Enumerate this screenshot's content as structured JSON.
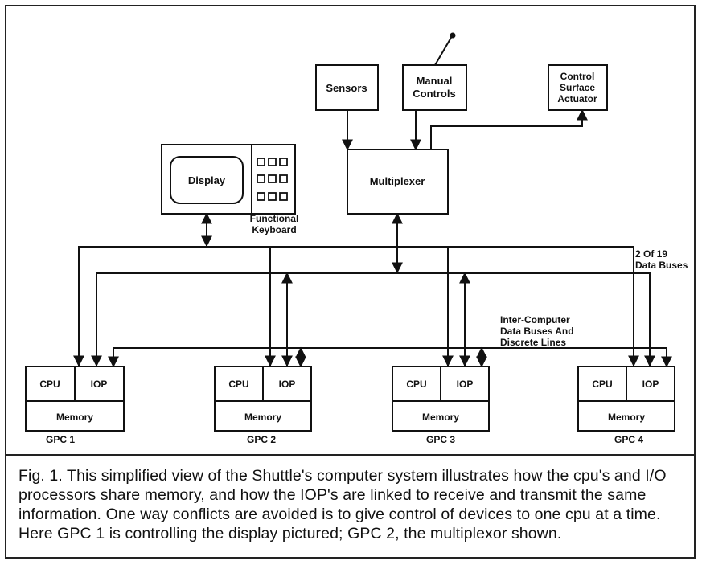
{
  "blocks": {
    "sensors": "Sensors",
    "manual_controls": [
      "Manual",
      "Controls"
    ],
    "control_surface_actuator": [
      "Control",
      "Surface",
      "Actuator"
    ],
    "display": "Display",
    "functional_keyboard": [
      "Functional",
      "Keyboard"
    ],
    "multiplexer": "Multiplexer"
  },
  "bus_labels": {
    "data_buses": [
      "2 Of 19",
      "Data Buses"
    ],
    "inter_computer": [
      "Inter-Computer",
      "Data Buses And",
      "Discrete Lines"
    ]
  },
  "computers": [
    {
      "name": "GPC 1",
      "cpu": "CPU",
      "iop": "IOP",
      "memory": "Memory"
    },
    {
      "name": "GPC 2",
      "cpu": "CPU",
      "iop": "IOP",
      "memory": "Memory"
    },
    {
      "name": "GPC 3",
      "cpu": "CPU",
      "iop": "IOP",
      "memory": "Memory"
    },
    {
      "name": "GPC 4",
      "cpu": "CPU",
      "iop": "IOP",
      "memory": "Memory"
    }
  ],
  "caption": "Fig. 1. This simplified view of the Shuttle's computer system illustrates how the cpu's and I/O processors share memory, and how the IOP's are linked to receive and transmit the same information. One way conflicts are avoided is to give control of devices to one cpu at a time. Here GPC 1 is controlling the display pictured; GPC 2, the multiplexor shown."
}
